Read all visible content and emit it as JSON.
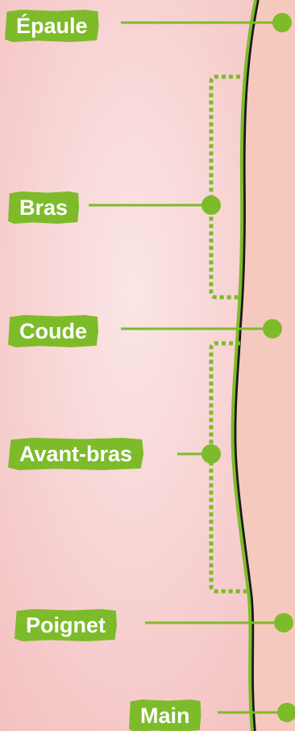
{
  "labels": {
    "epaule": "Épaule",
    "bras": "Bras",
    "coude": "Coude",
    "avant_bras": "Avant-bras",
    "poignet": "Poignet",
    "main": "Main"
  },
  "colors": {
    "accent_green": "#7dbb2a",
    "label_text": "#ffffff",
    "arm_fill": "#f6c9be",
    "outline": "#1a1a1a"
  }
}
